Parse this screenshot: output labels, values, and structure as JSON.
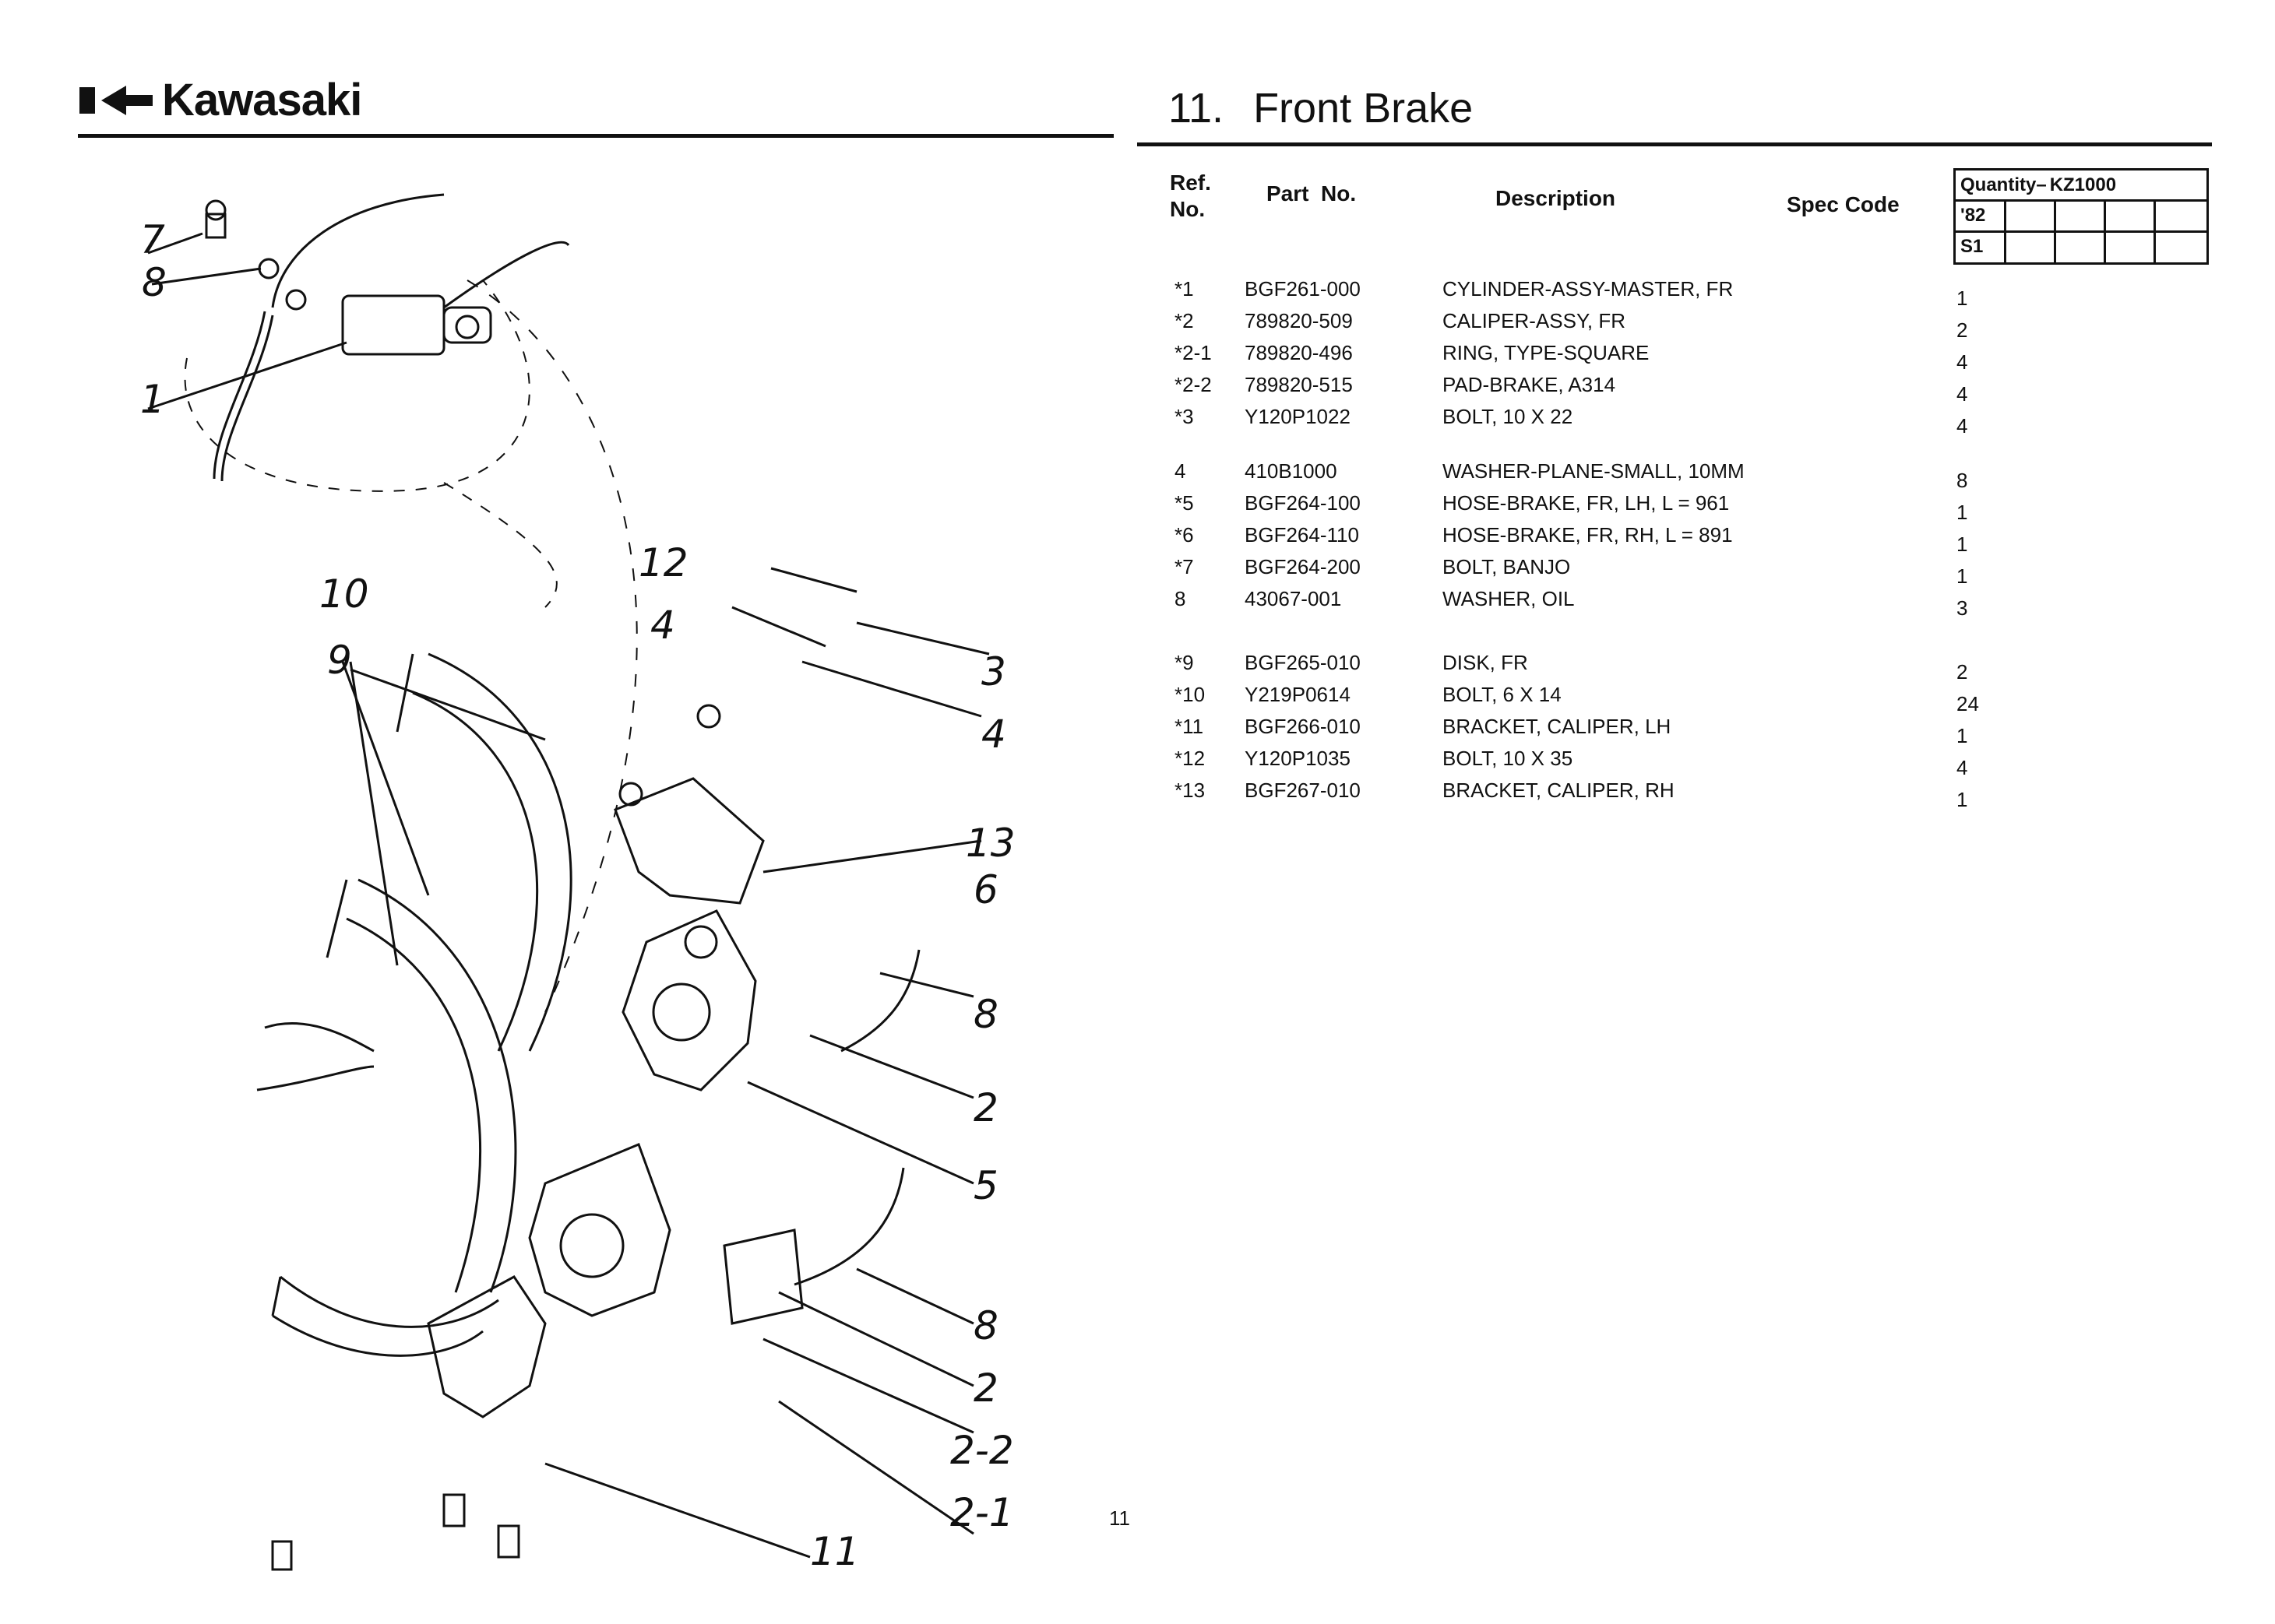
{
  "header": {
    "brand": "Kawasaki",
    "section_number": "11.",
    "section_title": "Front Brake"
  },
  "table": {
    "col_ref": "Ref.\nNo.",
    "col_part": "Part  No.",
    "col_desc": "Description",
    "col_spec": "Spec Code",
    "quantity_label": "Quantity–",
    "model": "KZ1000",
    "year": "'82",
    "code": "S1",
    "groups": [
      [
        {
          "ref": "*1",
          "part": "BGF261-000",
          "desc": "CYLINDER-ASSY-MASTER, FR",
          "qty": "1"
        },
        {
          "ref": "*2",
          "part": "789820-509",
          "desc": "CALIPER-ASSY, FR",
          "qty": "2"
        },
        {
          "ref": "*2-1",
          "part": "789820-496",
          "desc": "RING, TYPE-SQUARE",
          "qty": "4"
        },
        {
          "ref": "*2-2",
          "part": "789820-515",
          "desc": "PAD-BRAKE, A314",
          "qty": "4"
        },
        {
          "ref": "*3",
          "part": "Y120P1022",
          "desc": "BOLT, 10 X 22",
          "qty": "4"
        }
      ],
      [
        {
          "ref": "4",
          "part": "410B1000",
          "desc": "WASHER-PLANE-SMALL, 10MM",
          "qty": "8"
        },
        {
          "ref": "*5",
          "part": "BGF264-100",
          "desc": "HOSE-BRAKE, FR, LH, L = 961",
          "qty": "1"
        },
        {
          "ref": "*6",
          "part": "BGF264-110",
          "desc": "HOSE-BRAKE, FR, RH, L = 891",
          "qty": "1"
        },
        {
          "ref": "*7",
          "part": "BGF264-200",
          "desc": "BOLT, BANJO",
          "qty": "1"
        },
        {
          "ref": "8",
          "part": "43067-001",
          "desc": "WASHER, OIL",
          "qty": "3"
        }
      ],
      [
        {
          "ref": "*9",
          "part": "BGF265-010",
          "desc": "DISK, FR",
          "qty": "2"
        },
        {
          "ref": "*10",
          "part": "Y219P0614",
          "desc": "BOLT, 6 X 14",
          "qty": "24"
        },
        {
          "ref": "*11",
          "part": "BGF266-010",
          "desc": "BRACKET, CALIPER, LH",
          "qty": "1"
        },
        {
          "ref": "*12",
          "part": "Y120P1035",
          "desc": "BOLT, 10 X 35",
          "qty": "4"
        },
        {
          "ref": "*13",
          "part": "BGF267-010",
          "desc": "BRACKET, CALIPER, RH",
          "qty": "1"
        }
      ]
    ]
  },
  "diagram": {
    "callouts": [
      "7",
      "8",
      "1",
      "10",
      "9",
      "12",
      "4",
      "3",
      "4",
      "13",
      "6",
      "8",
      "2",
      "5",
      "8",
      "2",
      "2-2",
      "2-1",
      "11"
    ]
  },
  "page_number": "11"
}
